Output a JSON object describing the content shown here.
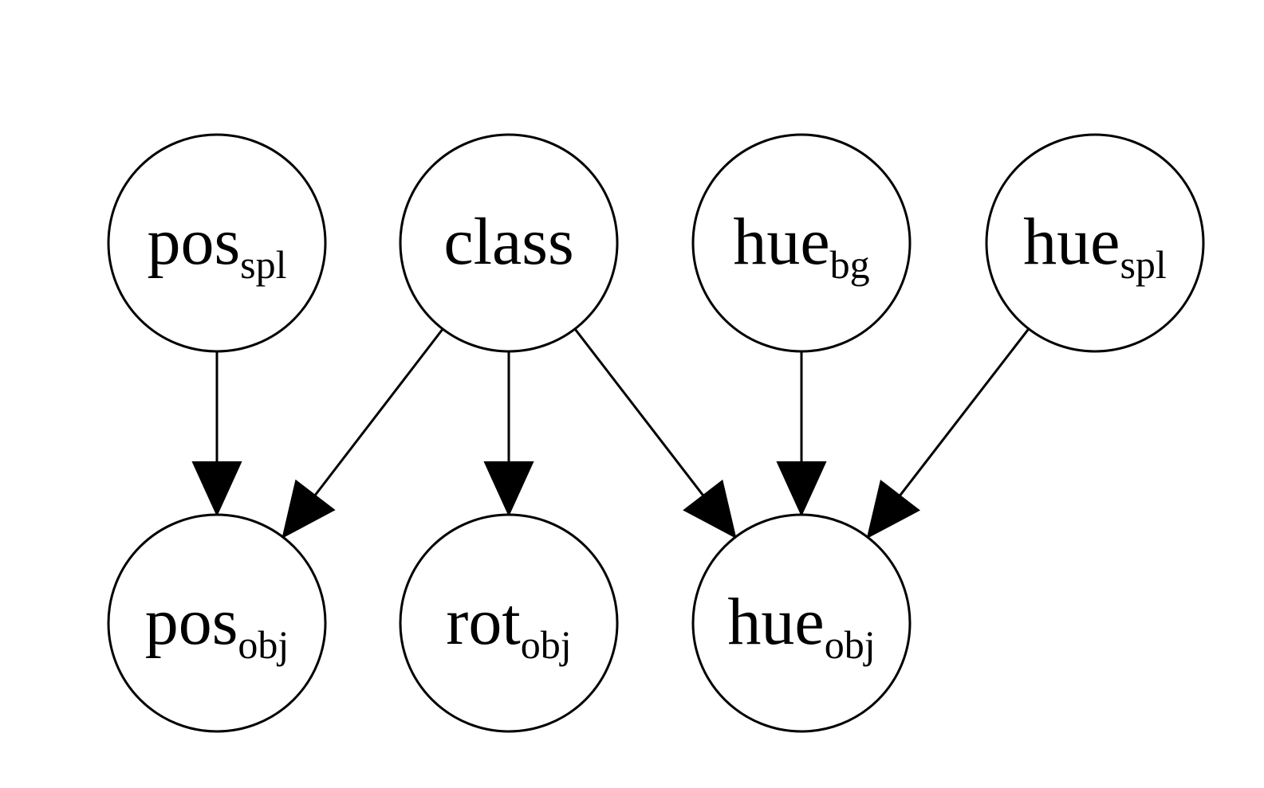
{
  "diagram": {
    "nodes": [
      {
        "id": "pos_spl",
        "main": "pos",
        "sub": "spl"
      },
      {
        "id": "class",
        "main": "class",
        "sub": ""
      },
      {
        "id": "hue_bg",
        "main": "hue",
        "sub": "bg"
      },
      {
        "id": "hue_spl",
        "main": "hue",
        "sub": "spl"
      },
      {
        "id": "pos_obj",
        "main": "pos",
        "sub": "obj"
      },
      {
        "id": "rot_obj",
        "main": "rot",
        "sub": "obj"
      },
      {
        "id": "hue_obj",
        "main": "hue",
        "sub": "obj"
      }
    ],
    "edges": [
      {
        "from": "pos_spl",
        "to": "pos_obj"
      },
      {
        "from": "class",
        "to": "pos_obj"
      },
      {
        "from": "class",
        "to": "rot_obj"
      },
      {
        "from": "class",
        "to": "hue_obj"
      },
      {
        "from": "hue_bg",
        "to": "hue_obj"
      },
      {
        "from": "hue_spl",
        "to": "hue_obj"
      }
    ],
    "colors": {
      "stroke": "#000000",
      "fill": "#ffffff"
    }
  }
}
